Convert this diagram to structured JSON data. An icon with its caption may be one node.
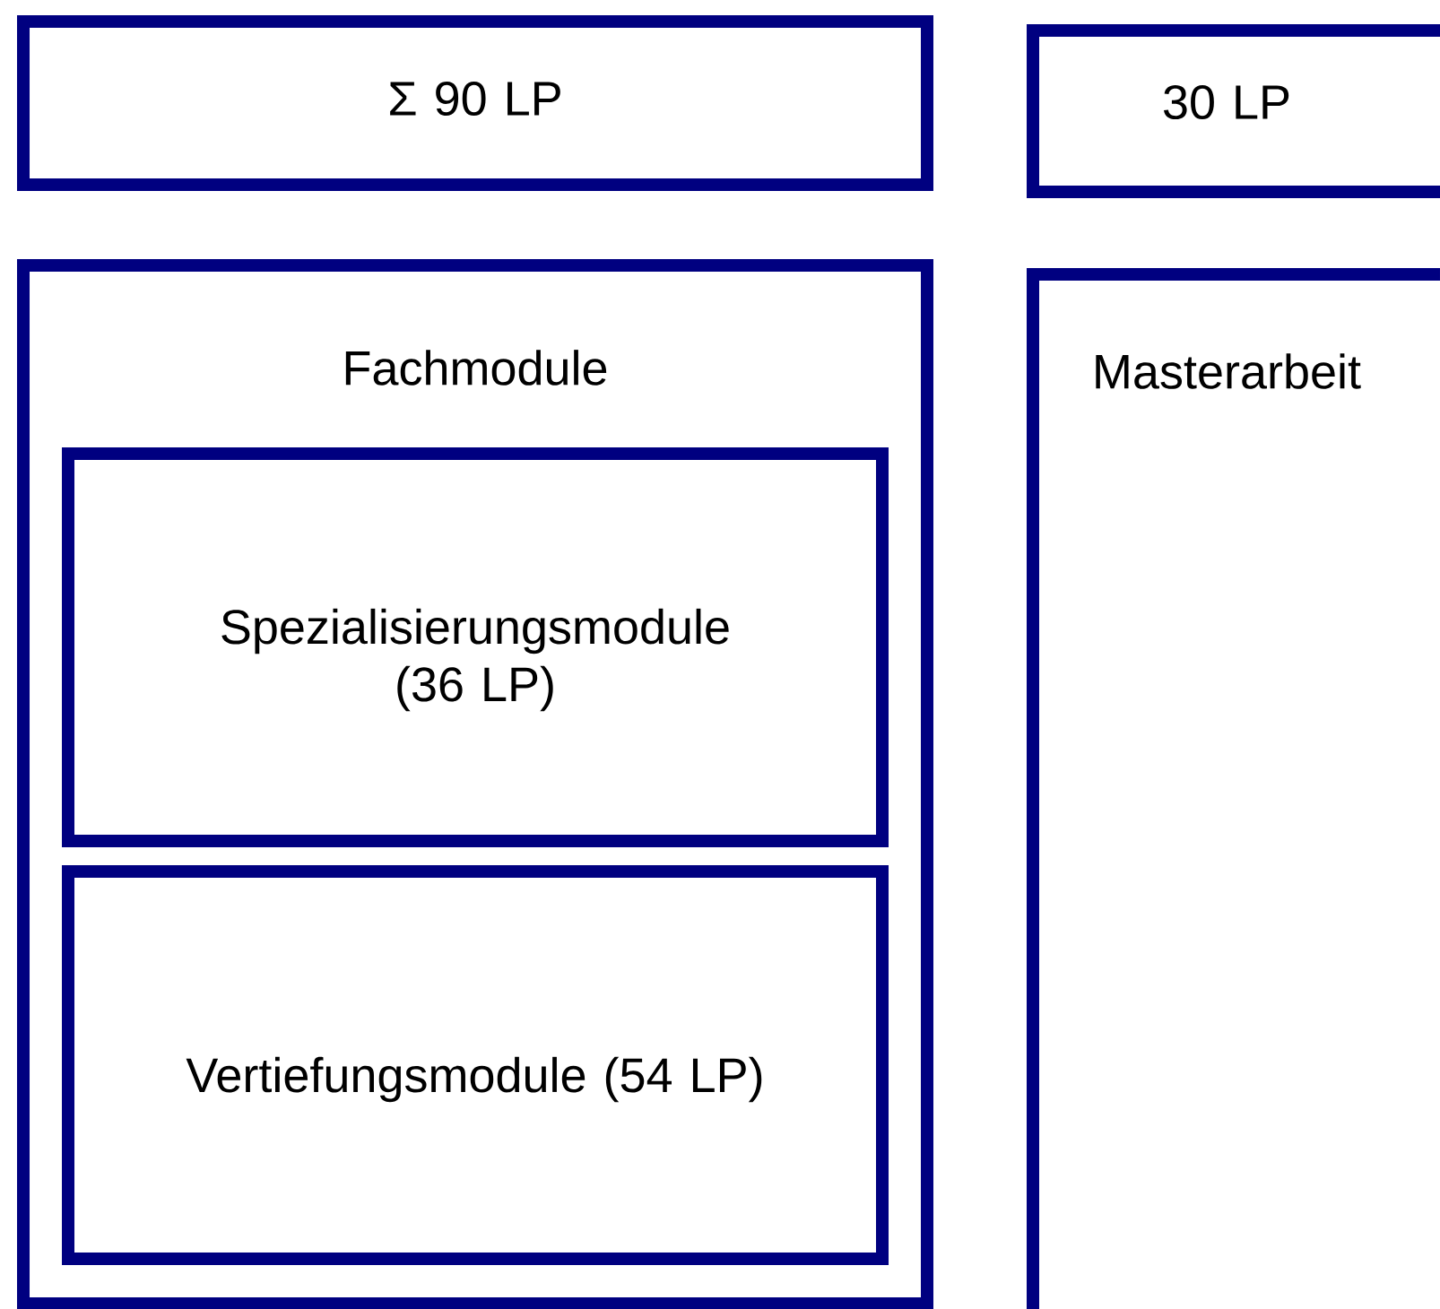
{
  "diagram": {
    "nodes": [
      {
        "text": [
          "Σ 90 LP"
        ]
      },
      {
        "text": [
          "30 LP"
        ]
      },
      {
        "text": [
          "Fachmodule"
        ]
      },
      {
        "text": [
          "Spezialisierungsmodule (36 LP)"
        ],
        "in": 2
      },
      {
        "text": [
          "Vertiefungsmodule (54 LP)"
        ],
        "in": 2
      },
      {
        "text": [
          "Masterarbeit"
        ]
      }
    ]
  }
}
